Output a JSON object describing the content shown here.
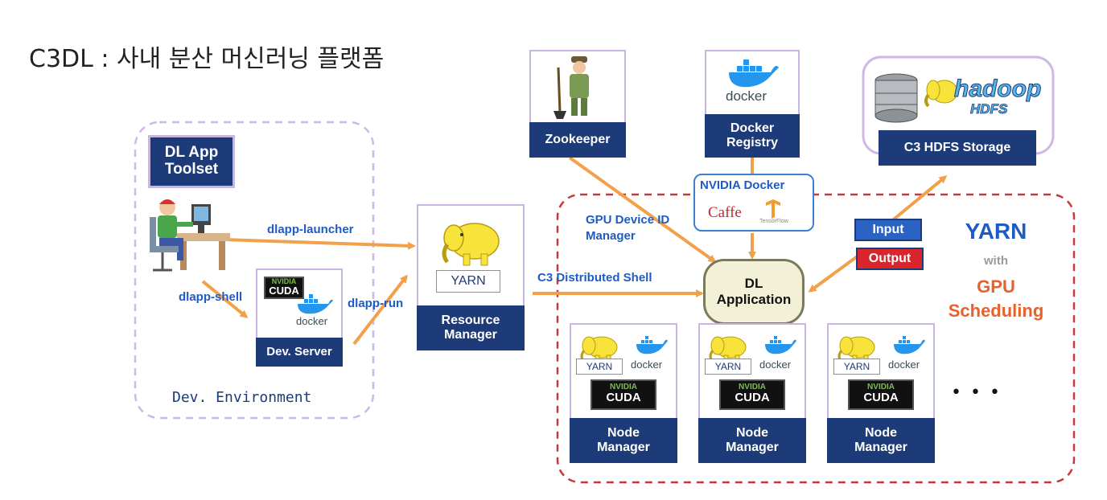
{
  "title": "C3DL : 사내 분산 머신러닝 플랫폼",
  "dev_env": {
    "toolset": "DL App Toolset",
    "label": "Dev. Environment",
    "dev_server": "Dev. Server"
  },
  "edges": {
    "launcher": "dlapp-launcher",
    "shell": "dlapp-shell",
    "run": "dlapp-run",
    "dist_shell": "C3 Distributed Shell",
    "gpu_mgr": "GPU Device ID Manager"
  },
  "resource_manager": {
    "yarn": "YARN",
    "label": "Resource Manager"
  },
  "zookeeper": "Zookeeper",
  "docker_registry": "Docker Registry",
  "hdfs": {
    "label": "C3 HDFS Storage",
    "logo": "hadoop",
    "logo_sub": "HDFS"
  },
  "nvidia_docker": {
    "title": "NVIDIA Docker",
    "caffe": "Caffe",
    "tf": "TensorFlow"
  },
  "io": {
    "input": "Input",
    "output": "Output"
  },
  "dl_app": "DL Application",
  "yarn_gpu": {
    "title": "YARN",
    "with": "with",
    "sched": "GPU Scheduling"
  },
  "node_managers": [
    {
      "yarn": "YARN",
      "docker": "docker",
      "label": "Node Manager"
    },
    {
      "yarn": "YARN",
      "docker": "docker",
      "label": "Node Manager"
    },
    {
      "yarn": "YARN",
      "docker": "docker",
      "label": "Node Manager"
    }
  ],
  "logos": {
    "nvidia": "NVIDIA",
    "cuda": "CUDA",
    "docker": "docker"
  },
  "ellipsis": "• • •",
  "colors": {
    "navy": "#1d3b78",
    "arrow": "#f3a04a",
    "blue_label": "#1f5bc4",
    "dash_red": "#c83838",
    "dash_purple": "#c9b6e0",
    "orange_text": "#e8612c"
  }
}
